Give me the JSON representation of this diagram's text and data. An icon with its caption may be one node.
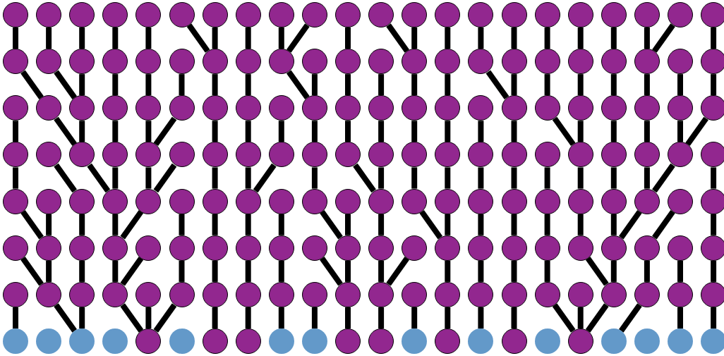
{
  "diagram": {
    "nodes": [
      {
        "text": [],
        "shape": "circle"
      },
      {
        "text": [],
        "shape": "circle"
      },
      {
        "text": [],
        "shape": "circle"
      },
      {
        "text": [],
        "shape": "circle"
      },
      {
        "text": [],
        "shape": "circle"
      },
      {
        "text": [],
        "shape": "circle"
      },
      {
        "text": [],
        "shape": "circle"
      },
      {
        "text": [],
        "shape": "circle"
      },
      {
        "text": [],
        "shape": "circle"
      },
      {
        "text": [],
        "shape": "circle"
      },
      {
        "text": [],
        "shape": "circle"
      },
      {
        "text": [],
        "shape": "circle"
      },
      {
        "text": [],
        "shape": "circle"
      },
      {
        "text": [],
        "shape": "circle"
      },
      {
        "text": [],
        "shape": "circle"
      },
      {
        "text": [],
        "shape": "circle"
      },
      {
        "text": [],
        "shape": "circle"
      },
      {
        "text": [],
        "shape": "circle"
      },
      {
        "text": [],
        "shape": "circle"
      },
      {
        "text": [],
        "shape": "circle"
      },
      {
        "text": [],
        "shape": "circle"
      },
      {
        "text": [],
        "shape": "circle"
      },
      {
        "text": [],
        "shape": "circle"
      },
      {
        "text": [],
        "shape": "circle"
      },
      {
        "text": [],
        "shape": "circle"
      },
      {
        "text": [],
        "shape": "circle"
      },
      {
        "text": [],
        "shape": "circle"
      },
      {
        "text": [],
        "shape": "circle"
      },
      {
        "text": [],
        "shape": "circle"
      },
      {
        "text": [],
        "shape": "circle"
      },
      {
        "text": [],
        "shape": "circle"
      },
      {
        "text": [],
        "shape": "circle"
      },
      {
        "text": [],
        "shape": "circle"
      },
      {
        "text": [],
        "shape": "circle"
      },
      {
        "text": [],
        "shape": "circle"
      },
      {
        "text": [],
        "shape": "circle"
      },
      {
        "text": [],
        "shape": "circle"
      },
      {
        "text": [],
        "shape": "circle"
      },
      {
        "text": [],
        "shape": "circle"
      },
      {
        "text": [],
        "shape": "circle"
      },
      {
        "text": [],
        "shape": "circle"
      },
      {
        "text": [],
        "shape": "circle"
      },
      {
        "text": [],
        "shape": "circle"
      },
      {
        "text": [],
        "shape": "circle"
      },
      {
        "text": [],
        "shape": "circle"
      },
      {
        "text": [],
        "shape": "circle"
      },
      {
        "text": [],
        "shape": "circle"
      },
      {
        "text": [],
        "shape": "circle"
      },
      {
        "text": [],
        "shape": "circle"
      },
      {
        "text": [],
        "shape": "circle"
      },
      {
        "text": [],
        "shape": "circle"
      },
      {
        "text": [],
        "shape": "circle"
      },
      {
        "text": [],
        "shape": "circle"
      },
      {
        "text": [],
        "shape": "circle"
      },
      {
        "text": [],
        "shape": "circle"
      },
      {
        "text": [],
        "shape": "circle"
      },
      {
        "text": [],
        "shape": "circle"
      },
      {
        "text": [],
        "shape": "circle"
      },
      {
        "text": [],
        "shape": "circle"
      },
      {
        "text": [],
        "shape": "circle"
      },
      {
        "text": [],
        "shape": "circle"
      },
      {
        "text": [],
        "shape": "circle"
      },
      {
        "text": [],
        "shape": "circle"
      },
      {
        "text": [],
        "shape": "circle"
      },
      {
        "text": [],
        "shape": "circle"
      },
      {
        "text": [],
        "shape": "circle"
      },
      {
        "text": [],
        "shape": "circle"
      },
      {
        "text": [],
        "shape": "circle"
      },
      {
        "text": [],
        "shape": "circle"
      },
      {
        "text": [],
        "shape": "circle"
      },
      {
        "text": [],
        "shape": "circle"
      },
      {
        "text": [],
        "shape": "circle"
      },
      {
        "text": [],
        "shape": "circle"
      },
      {
        "text": [],
        "shape": "circle"
      },
      {
        "text": [],
        "shape": "circle"
      },
      {
        "text": [],
        "shape": "circle"
      },
      {
        "text": [],
        "shape": "circle"
      },
      {
        "text": [],
        "shape": "circle"
      },
      {
        "text": [],
        "shape": "circle"
      },
      {
        "text": [],
        "shape": "circle"
      },
      {
        "text": [],
        "shape": "circle"
      },
      {
        "text": [],
        "shape": "circle"
      },
      {
        "text": [],
        "shape": "circle"
      },
      {
        "text": [],
        "shape": "circle"
      },
      {
        "text": [],
        "shape": "circle"
      },
      {
        "text": [],
        "shape": "circle"
      },
      {
        "text": [],
        "shape": "circle"
      },
      {
        "text": [],
        "shape": "circle"
      },
      {
        "text": [],
        "shape": "circle"
      },
      {
        "text": [],
        "shape": "circle"
      },
      {
        "text": [],
        "shape": "circle"
      },
      {
        "text": [],
        "shape": "circle"
      },
      {
        "text": [],
        "shape": "circle"
      },
      {
        "text": [],
        "shape": "circle"
      },
      {
        "text": [],
        "shape": "circle"
      },
      {
        "text": [],
        "shape": "circle"
      },
      {
        "text": [],
        "shape": "circle"
      },
      {
        "text": [],
        "shape": "circle"
      },
      {
        "text": [],
        "shape": "circle"
      },
      {
        "text": [],
        "shape": "circle"
      },
      {
        "text": [],
        "shape": "circle"
      },
      {
        "text": [],
        "shape": "circle"
      },
      {
        "text": [],
        "shape": "circle"
      },
      {
        "text": [],
        "shape": "circle"
      },
      {
        "text": [],
        "shape": "circle"
      },
      {
        "text": [],
        "shape": "circle"
      },
      {
        "text": [],
        "shape": "circle"
      },
      {
        "text": [],
        "shape": "circle"
      },
      {
        "text": [],
        "shape": "circle"
      },
      {
        "text": [],
        "shape": "circle"
      },
      {
        "text": [],
        "shape": "circle"
      },
      {
        "text": [],
        "shape": "circle"
      },
      {
        "text": [],
        "shape": "circle"
      },
      {
        "text": [],
        "shape": "circle"
      },
      {
        "text": [],
        "shape": "circle"
      },
      {
        "text": [],
        "shape": "circle"
      },
      {
        "text": [],
        "shape": "circle"
      },
      {
        "text": [],
        "shape": "circle"
      },
      {
        "text": [],
        "shape": "circle"
      },
      {
        "text": [],
        "shape": "circle"
      },
      {
        "text": [],
        "shape": "circle"
      },
      {
        "text": [],
        "shape": "circle"
      },
      {
        "text": [],
        "shape": "circle"
      },
      {
        "text": [],
        "shape": "circle"
      },
      {
        "text": [],
        "shape": "circle"
      },
      {
        "text": [],
        "shape": "circle"
      },
      {
        "text": [],
        "shape": "circle"
      },
      {
        "text": [],
        "shape": "circle"
      },
      {
        "text": [],
        "shape": "circle"
      },
      {
        "text": [],
        "shape": "circle"
      },
      {
        "text": [],
        "shape": "circle"
      },
      {
        "text": [],
        "shape": "circle"
      },
      {
        "text": [],
        "shape": "circle"
      },
      {
        "text": [],
        "shape": "circle"
      },
      {
        "text": [],
        "shape": "circle"
      },
      {
        "text": [],
        "shape": "circle"
      },
      {
        "text": [],
        "shape": "circle"
      },
      {
        "text": [],
        "shape": "circle"
      },
      {
        "text": [],
        "shape": "circle"
      },
      {
        "text": [],
        "shape": "circle"
      },
      {
        "text": [],
        "shape": "circle"
      },
      {
        "text": [],
        "shape": "circle"
      },
      {
        "text": [],
        "shape": "circle"
      },
      {
        "text": [],
        "shape": "circle"
      },
      {
        "text": [],
        "shape": "circle"
      },
      {
        "text": [],
        "shape": "circle"
      },
      {
        "text": [],
        "shape": "circle"
      },
      {
        "text": [],
        "shape": "circle"
      },
      {
        "text": [],
        "shape": "circle"
      },
      {
        "text": [],
        "shape": "circle"
      },
      {
        "text": [],
        "shape": "circle"
      },
      {
        "text": [],
        "shape": "circle"
      },
      {
        "text": [],
        "shape": "circle"
      },
      {
        "text": [],
        "shape": "circle"
      },
      {
        "text": [],
        "shape": "circle"
      },
      {
        "text": [],
        "shape": "circle"
      },
      {
        "text": [],
        "shape": "circle"
      },
      {
        "text": [],
        "shape": "circle"
      },
      {
        "text": [],
        "shape": "circle"
      },
      {
        "text": [],
        "shape": "circle"
      },
      {
        "text": [],
        "shape": "circle"
      },
      {
        "text": [],
        "shape": "circle"
      },
      {
        "text": [],
        "shape": "circle"
      },
      {
        "text": [],
        "shape": "circle"
      },
      {
        "text": [],
        "shape": "circle"
      },
      {
        "text": [],
        "shape": "circle"
      },
      {
        "text": [],
        "shape": "circle"
      },
      {
        "text": [],
        "shape": "circle"
      },
      {
        "text": [],
        "shape": "circle"
      },
      {
        "text": [],
        "shape": "circle"
      },
      {
        "text": [],
        "shape": "circle"
      },
      {
        "text": [],
        "shape": "circle"
      },
      {
        "text": [],
        "shape": "circle"
      },
      {
        "text": [],
        "shape": "circle"
      },
      {
        "text": [],
        "shape": "circle"
      },
      {
        "text": [],
        "shape": "circle"
      }
    ],
    "edges": [
      {
        "from": 0,
        "to": 22,
        "arrow": "none"
      },
      {
        "from": 1,
        "to": 23,
        "arrow": "none"
      },
      {
        "from": 2,
        "to": 24,
        "arrow": "none"
      },
      {
        "from": 3,
        "to": 25,
        "arrow": "none"
      },
      {
        "from": 4,
        "to": 26,
        "arrow": "none"
      },
      {
        "from": 5,
        "to": 28,
        "arrow": "none"
      },
      {
        "from": 6,
        "to": 28,
        "arrow": "none"
      },
      {
        "from": 7,
        "to": 29,
        "arrow": "none"
      },
      {
        "from": 8,
        "to": 30,
        "arrow": "none"
      },
      {
        "from": 9,
        "to": 30,
        "arrow": "none"
      },
      {
        "from": 10,
        "to": 32,
        "arrow": "none"
      },
      {
        "from": 11,
        "to": 34,
        "arrow": "none"
      },
      {
        "from": 12,
        "to": 34,
        "arrow": "none"
      },
      {
        "from": 13,
        "to": 35,
        "arrow": "none"
      },
      {
        "from": 14,
        "to": 36,
        "arrow": "none"
      },
      {
        "from": 15,
        "to": 37,
        "arrow": "none"
      },
      {
        "from": 16,
        "to": 38,
        "arrow": "none"
      },
      {
        "from": 17,
        "to": 39,
        "arrow": "none"
      },
      {
        "from": 18,
        "to": 40,
        "arrow": "none"
      },
      {
        "from": 19,
        "to": 41,
        "arrow": "none"
      },
      {
        "from": 20,
        "to": 41,
        "arrow": "none"
      },
      {
        "from": 21,
        "to": 43,
        "arrow": "none"
      },
      {
        "from": 22,
        "to": 45,
        "arrow": "none"
      },
      {
        "from": 23,
        "to": 46,
        "arrow": "none"
      },
      {
        "from": 24,
        "to": 46,
        "arrow": "none"
      },
      {
        "from": 25,
        "to": 47,
        "arrow": "none"
      },
      {
        "from": 26,
        "to": 48,
        "arrow": "none"
      },
      {
        "from": 27,
        "to": 49,
        "arrow": "none"
      },
      {
        "from": 28,
        "to": 50,
        "arrow": "none"
      },
      {
        "from": 29,
        "to": 51,
        "arrow": "none"
      },
      {
        "from": 30,
        "to": 53,
        "arrow": "none"
      },
      {
        "from": 31,
        "to": 53,
        "arrow": "none"
      },
      {
        "from": 32,
        "to": 54,
        "arrow": "none"
      },
      {
        "from": 33,
        "to": 55,
        "arrow": "none"
      },
      {
        "from": 34,
        "to": 56,
        "arrow": "none"
      },
      {
        "from": 35,
        "to": 57,
        "arrow": "none"
      },
      {
        "from": 36,
        "to": 59,
        "arrow": "none"
      },
      {
        "from": 37,
        "to": 59,
        "arrow": "none"
      },
      {
        "from": 38,
        "to": 60,
        "arrow": "none"
      },
      {
        "from": 39,
        "to": 61,
        "arrow": "none"
      },
      {
        "from": 40,
        "to": 62,
        "arrow": "none"
      },
      {
        "from": 41,
        "to": 63,
        "arrow": "none"
      },
      {
        "from": 42,
        "to": 64,
        "arrow": "none"
      },
      {
        "from": 43,
        "to": 65,
        "arrow": "none"
      },
      {
        "from": 44,
        "to": 66,
        "arrow": "none"
      },
      {
        "from": 45,
        "to": 68,
        "arrow": "none"
      },
      {
        "from": 46,
        "to": 68,
        "arrow": "none"
      },
      {
        "from": 47,
        "to": 69,
        "arrow": "none"
      },
      {
        "from": 48,
        "to": 70,
        "arrow": "none"
      },
      {
        "from": 49,
        "to": 70,
        "arrow": "none"
      },
      {
        "from": 50,
        "to": 72,
        "arrow": "none"
      },
      {
        "from": 51,
        "to": 73,
        "arrow": "none"
      },
      {
        "from": 52,
        "to": 74,
        "arrow": "none"
      },
      {
        "from": 53,
        "to": 75,
        "arrow": "none"
      },
      {
        "from": 54,
        "to": 76,
        "arrow": "none"
      },
      {
        "from": 55,
        "to": 77,
        "arrow": "none"
      },
      {
        "from": 56,
        "to": 78,
        "arrow": "none"
      },
      {
        "from": 57,
        "to": 79,
        "arrow": "none"
      },
      {
        "from": 58,
        "to": 80,
        "arrow": "none"
      },
      {
        "from": 59,
        "to": 81,
        "arrow": "none"
      },
      {
        "from": 60,
        "to": 83,
        "arrow": "none"
      },
      {
        "from": 61,
        "to": 83,
        "arrow": "none"
      },
      {
        "from": 62,
        "to": 84,
        "arrow": "none"
      },
      {
        "from": 63,
        "to": 85,
        "arrow": "none"
      },
      {
        "from": 64,
        "to": 86,
        "arrow": "none"
      },
      {
        "from": 65,
        "to": 86,
        "arrow": "none"
      },
      {
        "from": 66,
        "to": 88,
        "arrow": "none"
      },
      {
        "from": 67,
        "to": 90,
        "arrow": "none"
      },
      {
        "from": 68,
        "to": 91,
        "arrow": "none"
      },
      {
        "from": 69,
        "to": 91,
        "arrow": "none"
      },
      {
        "from": 70,
        "to": 92,
        "arrow": "none"
      },
      {
        "from": 71,
        "to": 92,
        "arrow": "none"
      },
      {
        "from": 72,
        "to": 94,
        "arrow": "none"
      },
      {
        "from": 73,
        "to": 95,
        "arrow": "none"
      },
      {
        "from": 74,
        "to": 95,
        "arrow": "none"
      },
      {
        "from": 75,
        "to": 97,
        "arrow": "none"
      },
      {
        "from": 76,
        "to": 99,
        "arrow": "none"
      },
      {
        "from": 77,
        "to": 99,
        "arrow": "none"
      },
      {
        "from": 78,
        "to": 100,
        "arrow": "none"
      },
      {
        "from": 79,
        "to": 101,
        "arrow": "none"
      },
      {
        "from": 80,
        "to": 102,
        "arrow": "none"
      },
      {
        "from": 81,
        "to": 103,
        "arrow": "none"
      },
      {
        "from": 82,
        "to": 104,
        "arrow": "none"
      },
      {
        "from": 83,
        "to": 105,
        "arrow": "none"
      },
      {
        "from": 84,
        "to": 106,
        "arrow": "none"
      },
      {
        "from": 85,
        "to": 107,
        "arrow": "none"
      },
      {
        "from": 86,
        "to": 107,
        "arrow": "none"
      },
      {
        "from": 87,
        "to": 109,
        "arrow": "none"
      },
      {
        "from": 88,
        "to": 111,
        "arrow": "none"
      },
      {
        "from": 89,
        "to": 111,
        "arrow": "none"
      },
      {
        "from": 90,
        "to": 112,
        "arrow": "none"
      },
      {
        "from": 91,
        "to": 113,
        "arrow": "none"
      },
      {
        "from": 92,
        "to": 113,
        "arrow": "none"
      },
      {
        "from": 93,
        "to": 115,
        "arrow": "none"
      },
      {
        "from": 94,
        "to": 116,
        "arrow": "none"
      },
      {
        "from": 95,
        "to": 117,
        "arrow": "none"
      },
      {
        "from": 96,
        "to": 118,
        "arrow": "none"
      },
      {
        "from": 97,
        "to": 120,
        "arrow": "none"
      },
      {
        "from": 98,
        "to": 120,
        "arrow": "none"
      },
      {
        "from": 99,
        "to": 121,
        "arrow": "none"
      },
      {
        "from": 100,
        "to": 123,
        "arrow": "none"
      },
      {
        "from": 101,
        "to": 123,
        "arrow": "none"
      },
      {
        "from": 102,
        "to": 124,
        "arrow": "none"
      },
      {
        "from": 103,
        "to": 125,
        "arrow": "none"
      },
      {
        "from": 104,
        "to": 126,
        "arrow": "none"
      },
      {
        "from": 105,
        "to": 127,
        "arrow": "none"
      },
      {
        "from": 106,
        "to": 128,
        "arrow": "none"
      },
      {
        "from": 107,
        "to": 128,
        "arrow": "none"
      },
      {
        "from": 108,
        "to": 129,
        "arrow": "none"
      },
      {
        "from": 109,
        "to": 131,
        "arrow": "none"
      },
      {
        "from": 110,
        "to": 133,
        "arrow": "none"
      },
      {
        "from": 111,
        "to": 133,
        "arrow": "none"
      },
      {
        "from": 112,
        "to": 134,
        "arrow": "none"
      },
      {
        "from": 113,
        "to": 135,
        "arrow": "none"
      },
      {
        "from": 114,
        "to": 135,
        "arrow": "none"
      },
      {
        "from": 115,
        "to": 137,
        "arrow": "none"
      },
      {
        "from": 116,
        "to": 138,
        "arrow": "none"
      },
      {
        "from": 117,
        "to": 139,
        "arrow": "none"
      },
      {
        "from": 118,
        "to": 140,
        "arrow": "none"
      },
      {
        "from": 119,
        "to": 142,
        "arrow": "none"
      },
      {
        "from": 120,
        "to": 142,
        "arrow": "none"
      },
      {
        "from": 121,
        "to": 143,
        "arrow": "none"
      },
      {
        "from": 122,
        "to": 143,
        "arrow": "none"
      },
      {
        "from": 123,
        "to": 145,
        "arrow": "none"
      },
      {
        "from": 124,
        "to": 146,
        "arrow": "none"
      },
      {
        "from": 125,
        "to": 147,
        "arrow": "none"
      },
      {
        "from": 126,
        "to": 148,
        "arrow": "none"
      },
      {
        "from": 127,
        "to": 150,
        "arrow": "none"
      },
      {
        "from": 128,
        "to": 150,
        "arrow": "none"
      },
      {
        "from": 129,
        "to": 151,
        "arrow": "none"
      },
      {
        "from": 130,
        "to": 152,
        "arrow": "none"
      },
      {
        "from": 131,
        "to": 153,
        "arrow": "none"
      },
      {
        "from": 132,
        "to": 154,
        "arrow": "none"
      },
      {
        "from": 133,
        "to": 156,
        "arrow": "none"
      },
      {
        "from": 134,
        "to": 156,
        "arrow": "none"
      },
      {
        "from": 135,
        "to": 158,
        "arrow": "none"
      },
      {
        "from": 136,
        "to": 158,
        "arrow": "none"
      },
      {
        "from": 137,
        "to": 158,
        "arrow": "none"
      },
      {
        "from": 138,
        "to": 160,
        "arrow": "none"
      },
      {
        "from": 139,
        "to": 161,
        "arrow": "none"
      },
      {
        "from": 140,
        "to": 162,
        "arrow": "none"
      },
      {
        "from": 141,
        "to": 163,
        "arrow": "none"
      },
      {
        "from": 142,
        "to": 164,
        "arrow": "none"
      },
      {
        "from": 143,
        "to": 165,
        "arrow": "none"
      },
      {
        "from": 144,
        "to": 166,
        "arrow": "none"
      },
      {
        "from": 145,
        "to": 167,
        "arrow": "none"
      },
      {
        "from": 146,
        "to": 168,
        "arrow": "none"
      },
      {
        "from": 147,
        "to": 169,
        "arrow": "none"
      },
      {
        "from": 148,
        "to": 171,
        "arrow": "none"
      },
      {
        "from": 149,
        "to": 171,
        "arrow": "none"
      },
      {
        "from": 150,
        "to": 171,
        "arrow": "none"
      },
      {
        "from": 151,
        "to": 172,
        "arrow": "none"
      },
      {
        "from": 152,
        "to": 174,
        "arrow": "none"
      },
      {
        "from": 153,
        "to": 175,
        "arrow": "none"
      }
    ]
  }
}
